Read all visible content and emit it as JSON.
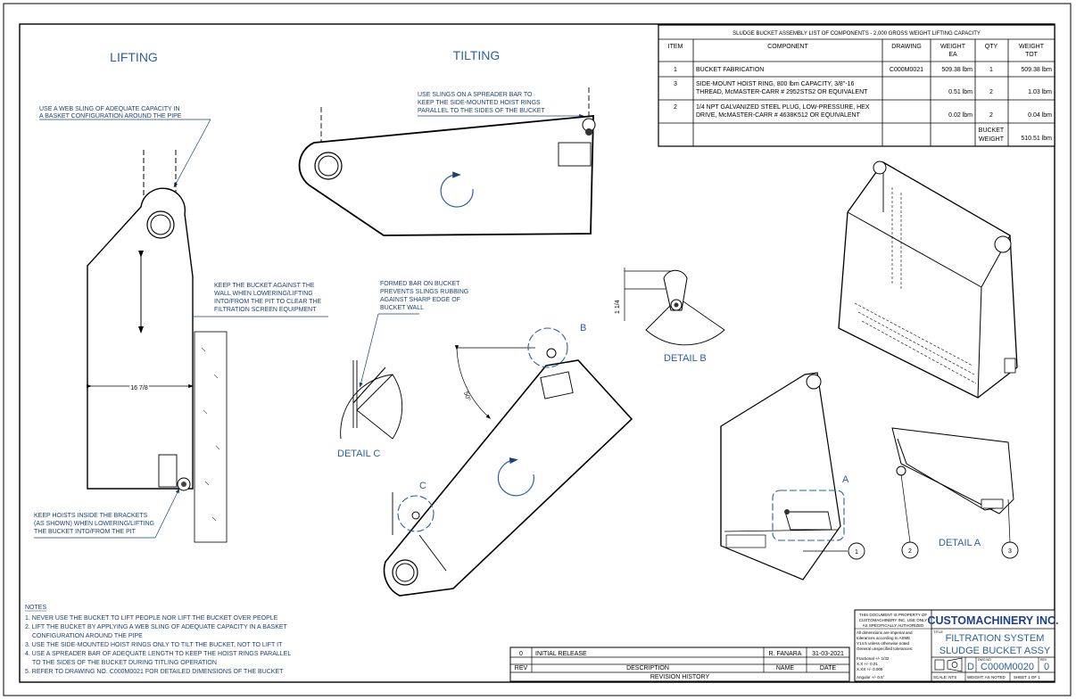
{
  "views": {
    "lifting": "LIFTING",
    "tilting": "TILTING",
    "detail_a": "DETAIL A",
    "detail_b": "DETAIL B",
    "detail_c": "DETAIL C"
  },
  "callouts": {
    "sling_1": "USE A WEB SLING OF ADEQUATE CAPACITY IN",
    "sling_2": "A BASKET CONFIGURATION AROUND THE PIPE",
    "spreader_1": "USE SLINGS ON A SPREADER BAR TO",
    "spreader_2": "KEEP THE SIDE-MOUNTED HOIST RINGS",
    "spreader_3": "PARALLEL TO THE SIDES OF THE BUCKET",
    "wall_1": "KEEP THE BUCKET AGAINST THE",
    "wall_2": "WALL WHEN LOWERING/LIFTING",
    "wall_3": "INTO/FROM THE PIT TO CLEAR THE",
    "wall_4": "FILTRATION SCREEN EQUIPMENT",
    "formed_1": "FORMED BAR ON BUCKET",
    "formed_2": "PREVENTS SLINGS RUBBING",
    "formed_3": "AGAINST SHARP EDGE OF",
    "formed_4": "BUCKET WALL",
    "hoist_1": "KEEP HOISTS INSIDE THE BRACKETS",
    "hoist_2": "(AS SHOWN) WHEN LOWERING/LIFTING",
    "hoist_3": "THE BUCKET INTO/FROM THE PIT"
  },
  "dimensions": {
    "width": "16 7/8",
    "detail_b": "1 1/4",
    "angle": "50°"
  },
  "markers": {
    "a": "A",
    "b": "B",
    "c": "C",
    "balloon_1": "1",
    "balloon_2": "2",
    "balloon_3": "3"
  },
  "bom": {
    "title": "SLUDGE BUCKET ASSEMBLY LIST OF COMPONENTS - 2,000 GROSS WEIGHT LIFTING CAPACITY",
    "headers": {
      "item": "ITEM",
      "component": "COMPONENT",
      "drawing": "DRAWING",
      "weight_ea_1": "WEIGHT",
      "weight_ea_2": "EA",
      "qty": "QTY",
      "weight_tot_1": "WEIGHT",
      "weight_tot_2": "TOT"
    },
    "rows": [
      {
        "item": "1",
        "desc_1": "BUCKET FABRICATION",
        "desc_2": "",
        "drawing": "C000M0021",
        "weight_ea": "509.38 lbm",
        "qty": "1",
        "weight_tot": "509.38 lbm"
      },
      {
        "item": "3",
        "desc_1": "SIDE-MOUNT HOIST RING, 800 lbm CAPACITY, 3/8\"-16",
        "desc_2": "THREAD, McMASTER-CARR # 2952STS2 OR EQUIVALENT",
        "drawing": "",
        "weight_ea": "0.51 lbm",
        "qty": "2",
        "weight_tot": "1.03 lbm"
      },
      {
        "item": "2",
        "desc_1": "1/4 NPT GALVANIZED STEEL PLUG, LOW-PRESSURE, HEX",
        "desc_2": "DRIVE, McMASTER-CARR # 4638K512 OR EQUIVALENT",
        "drawing": "",
        "weight_ea": "0.02 lbm",
        "qty": "2",
        "weight_tot": "0.04 lbm"
      }
    ],
    "total_label_1": "BUCKET",
    "total_label_2": "WEIGHT",
    "total_value": "510.51 lbm"
  },
  "notes": {
    "title": "NOTES",
    "n1": "1. NEVER USE THE BUCKET TO LIFT PEOPLE NOR LIFT THE BUCKET OVER PEOPLE",
    "n2a": "2. LIFT THE BUCKET BY APPLYING A WEB SLING OF ADEQUATE CAPACITY IN A BASKET",
    "n2b": "CONFIGURATION AROUND THE PIPE",
    "n3": "3. USE THE SIDE-MOUNTED HOIST RINGS ONLY TO TILT THE BUCKET, NOT TO LIFT IT",
    "n4a": "4. USE A SPREADER BAR OF ADEQUATE LENGTH TO KEEP THE HOIST RINGS PARALLEL",
    "n4b": "TO THE SIDES OF THE BUCKET DURING TITLING OPERATION",
    "n5": "5. REFER TO DRAWING NO. C000M0021 FOR DETAILED DIMENSIONS OF THE BUCKET"
  },
  "revision": {
    "rev": "0",
    "description": "INITIAL RELEASE",
    "name": "R. FANARA",
    "date": "31-03-2021",
    "h_rev": "REV",
    "h_desc": "DESCRIPTION",
    "h_name": "NAME",
    "h_date": "DATE",
    "caption": "REVISION HISTORY"
  },
  "titleblock": {
    "prop_1": "THIS DOCUMENT IS PROPERTY OF",
    "prop_2": "CUSTOMACHINERY INC. USE ONLY",
    "prop_3": "AS SPECIFICALLY AUTHORIZED",
    "tol_1": "All dimensions are imperial and",
    "tol_2": "tolerances according to ASME",
    "tol_3": "Y14.5 unless otherwise noted",
    "tol_4": "General unspecified tolerances:",
    "tol_5": "Fractional        +/- 1/32",
    "tol_6": "X.X                 +/- 0.01",
    "tol_7": "X.XX               +/- 0.005",
    "tol_8": "Angular            +/- 0.5°",
    "company": "CUSTOMACHINERY INC.",
    "title_label": "TITLE",
    "system": "FILTRATION SYSTEM",
    "part": "SLUDGE BUCKET ASSY",
    "size": "D",
    "dwg_label": "DWG NO",
    "dwg_no": "C000M0020",
    "rev_label": "REV",
    "rev": "0",
    "scale": "SCALE: NTS",
    "weight": "WEIGHT: AS NOTED",
    "sheet": "SHEET 1 OF 1"
  }
}
